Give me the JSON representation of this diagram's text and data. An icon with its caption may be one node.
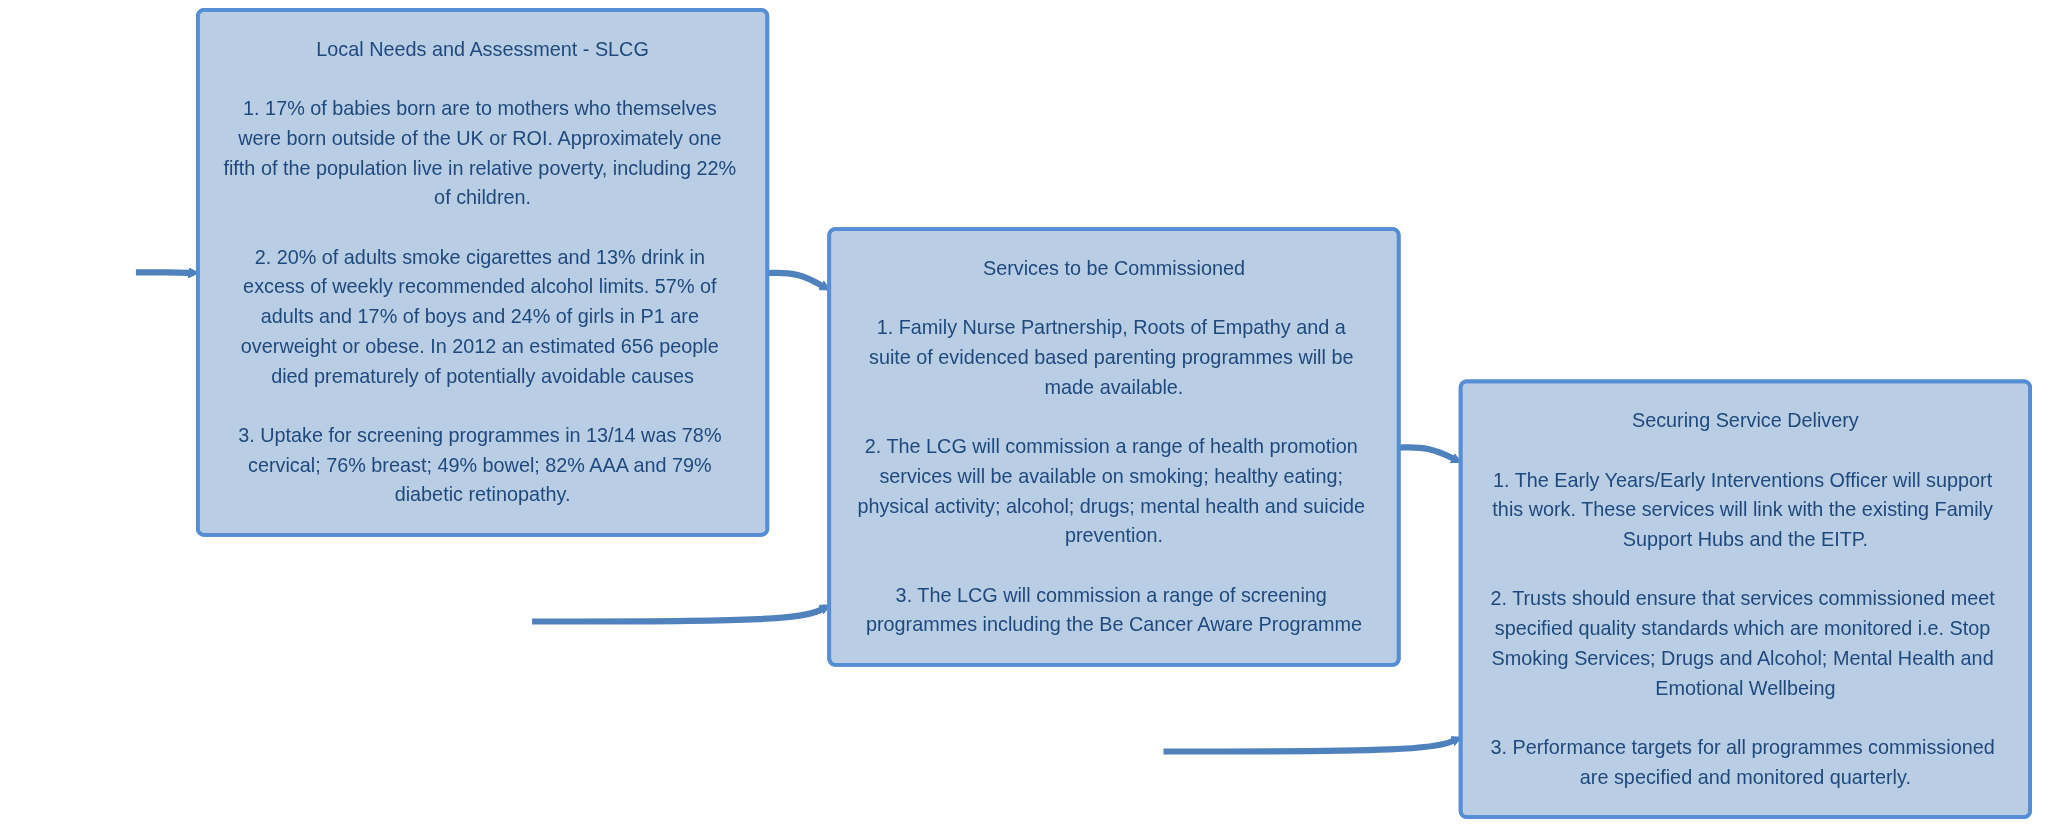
{
  "diagram": {
    "nodes": [
      {
        "text": [
          "Local Needs and Assessment - SLCG",
          "1. 17% of babies born are to mothers who themselves were born outside of the UK or ROI. Approximately one fifth of the population live in relative poverty, including 22% of children.",
          "2. 20% of adults smoke cigarettes and 13% drink in excess of weekly recommended alcohol limits. 57% of adults and 17% of boys and 24% of girls in P1 are overweight or obese. In 2012 an estimated 656 people died prematurely of potentially avoidable causes",
          "3. Uptake for screening programmes in 13/14 was 78% cervical; 76% breast; 49% bowel; 82% AAA and 79% diabetic retinopathy."
        ]
      },
      {
        "text": [
          "Services to be Commissioned",
          "1. Family Nurse Partnership, Roots of Empathy and a suite of evidenced based parenting programmes will be made available.",
          "2. The LCG will commission a range of health promotion services will be available on smoking; healthy eating; physical activity; alcohol; drugs; mental health and suicide prevention.",
          "3. The LCG will commission a range of screening programmes including the Be Cancer Aware Programme"
        ]
      },
      {
        "text": [
          "Securing Service Delivery",
          "1. The Early Years/Early Interventions Officer will support this work. These services will link with the existing Family Support Hubs and the EITP.",
          "2. Trusts should ensure that services commissioned meet specified quality standards which are monitored i.e. Stop Smoking Services; Drugs and Alcohol; Mental Health and Emotional Wellbeing",
          "3. Performance targets for all programmes commissioned are specified and monitored quarterly."
        ]
      }
    ],
    "edges": [
      {
        "from": 0,
        "to": 1,
        "arrow": "to"
      },
      {
        "from": 1,
        "to": 2,
        "arrow": "to"
      },
      {
        "from": null,
        "to": 0,
        "arrow": "to"
      },
      {
        "from": null,
        "to": 1,
        "arrow": "to"
      },
      {
        "from": null,
        "to": 2,
        "arrow": "to"
      }
    ]
  }
}
